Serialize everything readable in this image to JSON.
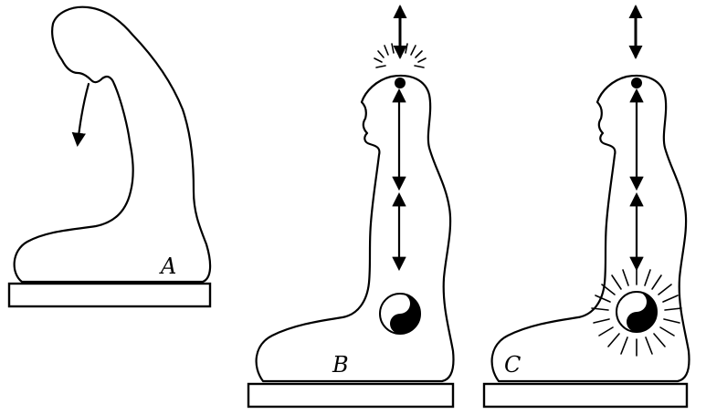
{
  "figures": [
    {
      "id": "a",
      "label": "A"
    },
    {
      "id": "b",
      "label": "B"
    },
    {
      "id": "c",
      "label": "C"
    }
  ],
  "colors": {
    "ink": "#000000",
    "paper": "#ffffff"
  },
  "icons": [
    "yin-yang-icon",
    "radiance-icon",
    "double-arrow-icon"
  ]
}
